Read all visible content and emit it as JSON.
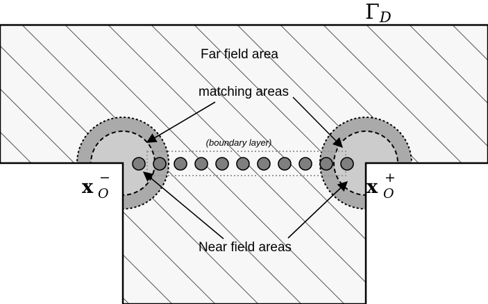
{
  "labels": {
    "gamma_main": "Γ",
    "gamma_sub": "D",
    "far_field": "Far field area",
    "matching": "matching areas",
    "boundary_layer": "(boundary layer)",
    "near_field": "Near field areas",
    "x_left_base": "x",
    "x_left_sub": "O",
    "x_left_sup": "−",
    "x_right_base": "x",
    "x_right_sub": "O",
    "x_right_sup": "+"
  },
  "colors": {
    "domain_fill": "#f7f7f7",
    "hatch": "#555555",
    "outer_ring": "#aaaaaa",
    "inner_disc": "#cccccc",
    "dot_fill": "#7f7f7f",
    "layer_border": "#aaaaaa"
  },
  "boundary_layer": {
    "dot_count": 11
  }
}
